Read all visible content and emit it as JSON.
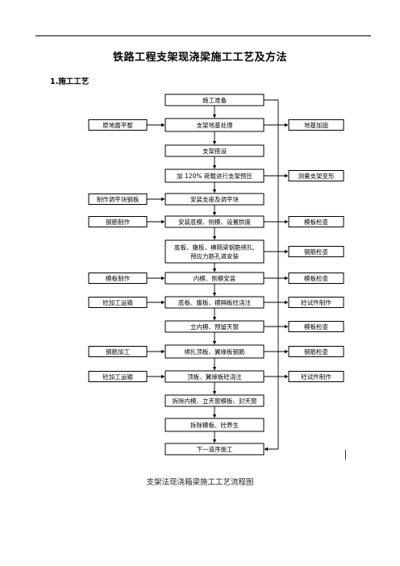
{
  "document": {
    "title": "铁路工程支架现浇梁施工工艺及方法",
    "section": "1.施工工艺",
    "caption": "支架法现浇箱梁施工工艺流程图"
  },
  "flow": {
    "main": [
      [
        "施工准备"
      ],
      [
        "支架地基处理"
      ],
      [
        "支架搭设"
      ],
      [
        "加 120% 荷载进行支架预压"
      ],
      [
        "安装支座及调平块"
      ],
      [
        "安装底模、侧模、设置拱度"
      ],
      [
        "底板、腹板、横隔梁钢筋绑扎,",
        "预应力筋孔道安装"
      ],
      [
        "内模、侧模安装"
      ],
      [
        "底板、腹板、横隔板砼浇注"
      ],
      [
        "立内模、预留天窗"
      ],
      [
        "绑扎顶板、翼缘板钢筋"
      ],
      [
        "顶板、翼缘板砼浇注"
      ],
      [
        "拆除内模、立天窗模板、封天窗"
      ],
      [
        "拆除模板、砼养生"
      ],
      [
        "下一道序施工"
      ]
    ],
    "left": {
      "1": "原地面平整",
      "4": "制作调平块钢板",
      "5": "钢筋制作",
      "7": "模板制作",
      "8": "砼加工运输",
      "10": "钢筋加工",
      "11": "砼加工运输"
    },
    "right": {
      "1": "地基加固",
      "3": "测量支架变形",
      "5": "模板检查",
      "6": "钢筋检查",
      "7": "模板检查",
      "8": "砼试件制作",
      "9": "模板检查",
      "10": "钢筋检查",
      "11": "砼试件制作"
    }
  }
}
